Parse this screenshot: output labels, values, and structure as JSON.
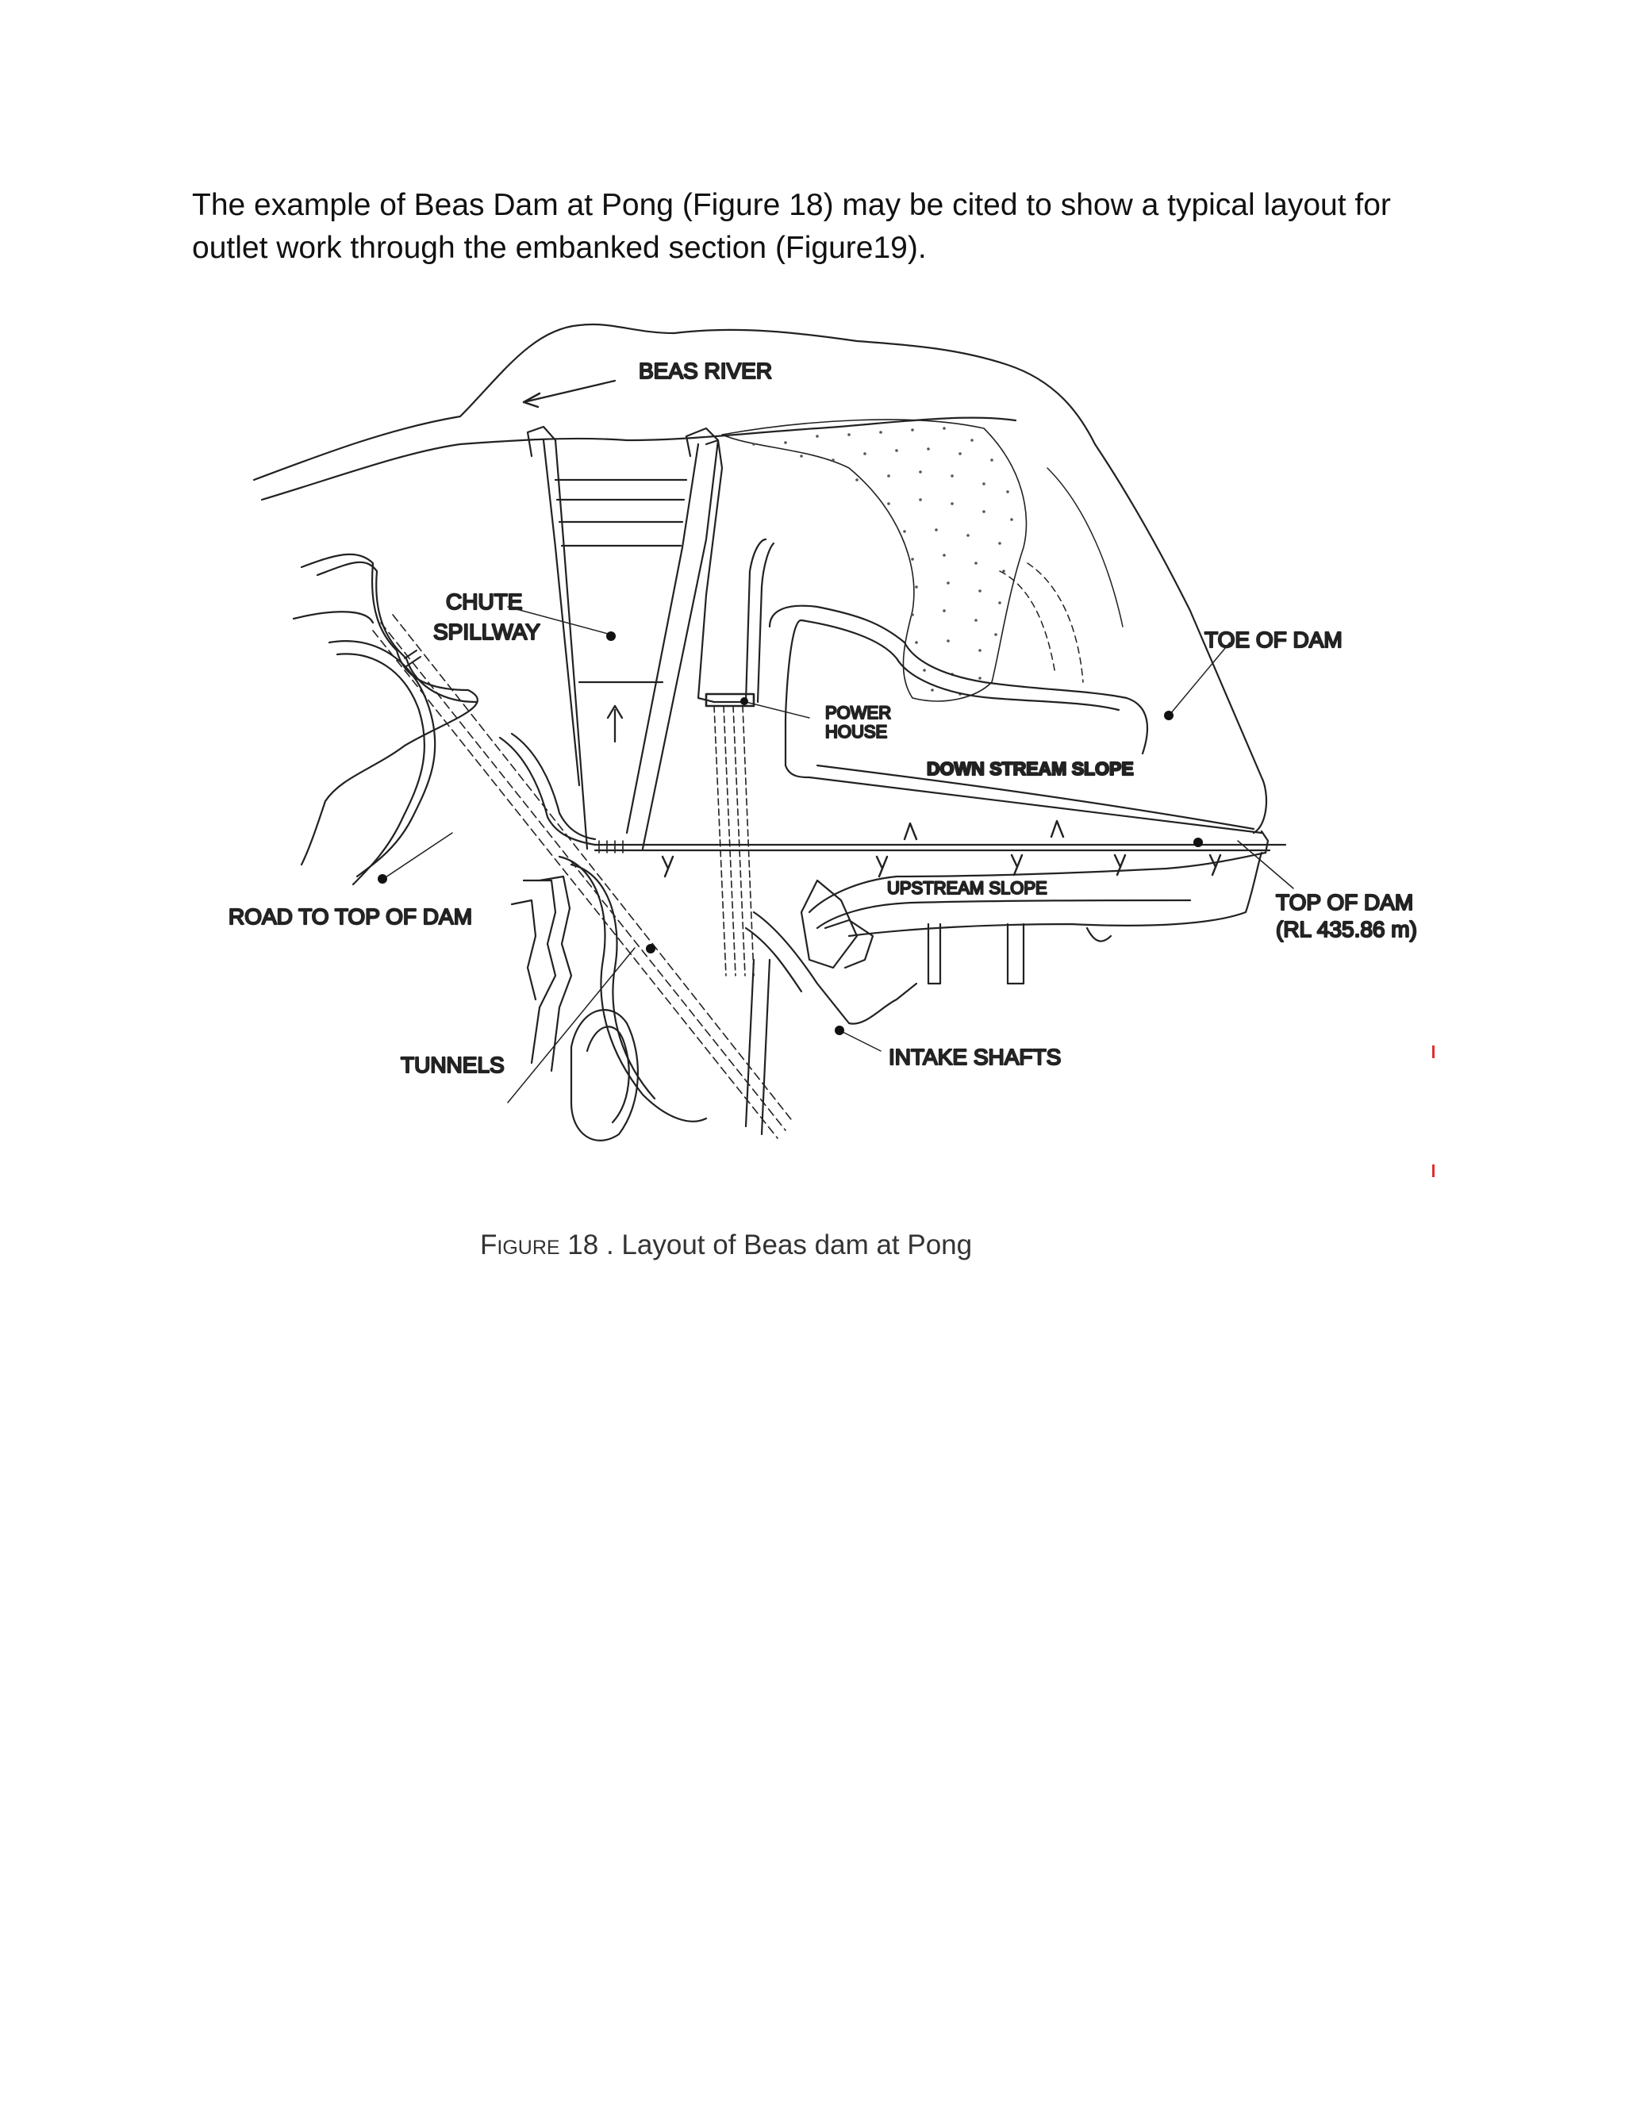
{
  "paragraph": {
    "line1": "The example of Beas Dam at Pong (Figure 18) may be cited to show a typical layout for",
    "line2": "outlet work through the embanked section (Figure19)."
  },
  "figure": {
    "labels": {
      "beas_river": "BEAS RIVER",
      "chute": "CHUTE",
      "spillway": "SPILLWAY",
      "toe_of_dam": "TOE OF DAM",
      "power": "POWER",
      "house": "HOUSE",
      "down_stream_slope": "DOWN STREAM SLOPE",
      "upstream_slope": "UPSTREAM SLOPE",
      "road_to_top_of_dam": "ROAD TO TOP OF DAM",
      "top_of_dam": "TOP OF DAM",
      "top_of_dam_rl": "(RL 435.86 m)",
      "tunnels": "TUNNELS",
      "intake_shafts": "INTAKE SHAFTS"
    },
    "caption": {
      "figure_word": "Figure",
      "number": "18",
      "text": ". Layout of Beas dam at",
      "place": "Pong"
    }
  },
  "colors": {
    "text": "#111111",
    "drawing": "#222222",
    "label": "#333333",
    "marker": "#e03030"
  }
}
